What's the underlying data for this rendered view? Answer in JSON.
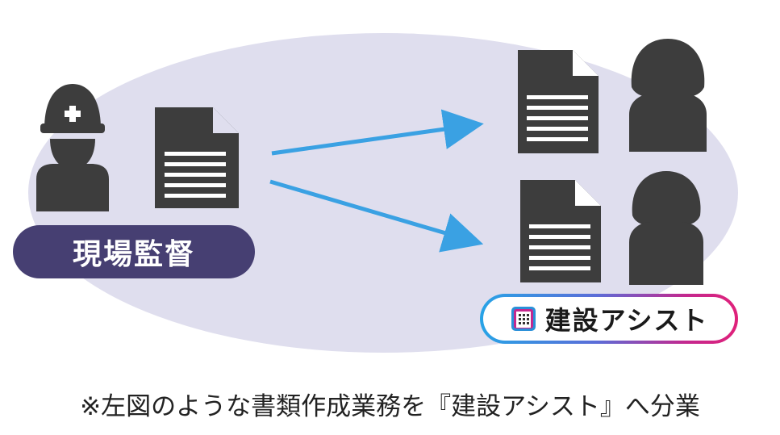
{
  "colors": {
    "ellipse": "#dfdeee",
    "icon": "#3d3d3d",
    "arrow": "#3aa1e3",
    "supervisor_pill": "#463f72",
    "brand_gradient_start": "#27a3e6",
    "brand_gradient_end": "#e0217a"
  },
  "supervisor": {
    "label": "現場監督",
    "icons": [
      "hardhat-worker-icon",
      "document-icon"
    ]
  },
  "assistants": {
    "icons": [
      "document-icon",
      "woman-icon",
      "document-icon",
      "woman-icon"
    ],
    "brand": {
      "name": "建設アシスト",
      "logo_icon": "building-icon"
    }
  },
  "arrows": [
    "arrow-upper-icon",
    "arrow-lower-icon"
  ],
  "caption": "※左図のような書類作成業務を『建設アシスト』へ分業"
}
